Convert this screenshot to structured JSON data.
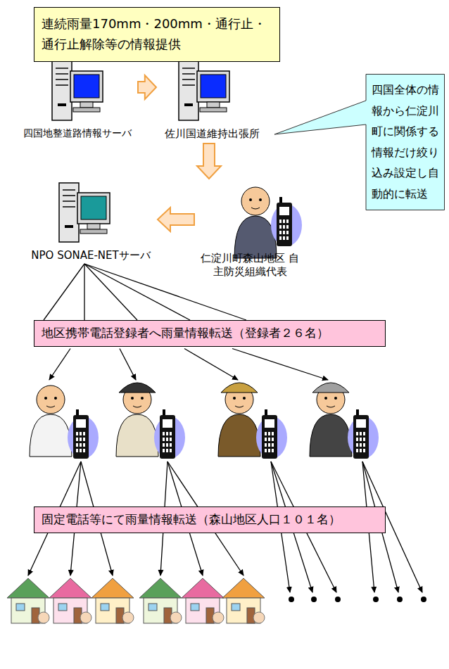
{
  "diagram": {
    "nodes": [
      {
        "text": [
          "連続雨量170mm・200mm・通行止・通行止解除等の情報提供"
        ]
      },
      {
        "text": [
          "四国地整道路情報サーバ"
        ]
      },
      {
        "text": [
          "佐川国道維持出張所"
        ]
      },
      {
        "text": [
          "四国全体の情報から仁淀川町に関係する情報だけ絞り込み設定し自動的に転送"
        ]
      },
      {
        "text": [
          "仁淀川町森山地区 自主防災組織代表"
        ]
      },
      {
        "text": [
          "NPO SONAE-NETサーバ"
        ]
      },
      {
        "text": [
          "地区携帯電話登録者へ雨量情報転送（登録者２６名）"
        ]
      },
      {
        "text": [
          "固定電話等にて雨量情報転送（森山地区人口１０１名）"
        ]
      }
    ],
    "edges": [
      {
        "from": 1,
        "to": 2,
        "arrow": "to"
      },
      {
        "from": 2,
        "to": 4,
        "arrow": "to"
      },
      {
        "from": 4,
        "to": 5,
        "arrow": "to"
      },
      {
        "from": 5,
        "to": 6,
        "arrow": "none"
      }
    ]
  }
}
